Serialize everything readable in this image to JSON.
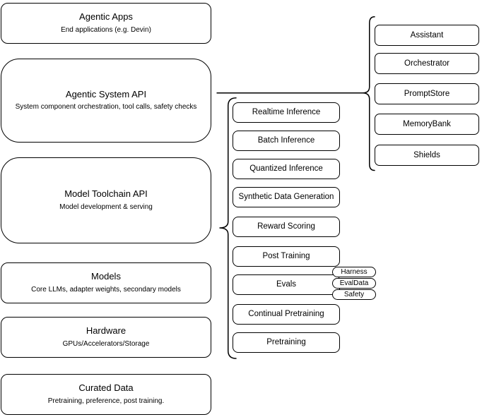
{
  "diagram": {
    "description": "Agentic system architecture stack diagram",
    "colors": {
      "stroke": "#000000",
      "fill": "#ffffff",
      "text": "#000000"
    }
  },
  "left_stack": {
    "items": [
      {
        "title": "Agentic Apps",
        "subtitle": "End applications (e.g. Devin)"
      },
      {
        "title": "Agentic System API",
        "subtitle": "System component orchestration, tool calls, safety checks"
      },
      {
        "title": "Model Toolchain API",
        "subtitle": "Model development & serving"
      },
      {
        "title": "Models",
        "subtitle": "Core LLMs, adapter weights, secondary models"
      },
      {
        "title": "Hardware",
        "subtitle": "GPUs/Accelerators/Storage"
      },
      {
        "title": "Curated Data",
        "subtitle": "Pretraining, preference, post training."
      }
    ]
  },
  "toolchain_stack": {
    "items": [
      {
        "label": "Realtime Inference"
      },
      {
        "label": "Batch Inference"
      },
      {
        "label": "Quantized Inference"
      },
      {
        "label": "Synthetic Data Generation"
      },
      {
        "label": "Reward Scoring"
      },
      {
        "label": "Post Training"
      },
      {
        "label": "Evals"
      },
      {
        "label": "Continual Pretraining"
      },
      {
        "label": "Pretraining"
      }
    ]
  },
  "evals_tags": {
    "items": [
      {
        "label": "Harness"
      },
      {
        "label": "EvalData"
      },
      {
        "label": "Safety"
      }
    ]
  },
  "system_components": {
    "items": [
      {
        "label": "Assistant"
      },
      {
        "label": "Orchestrator"
      },
      {
        "label": "PromptStore"
      },
      {
        "label": "MemoryBank"
      },
      {
        "label": "Shields"
      }
    ]
  }
}
